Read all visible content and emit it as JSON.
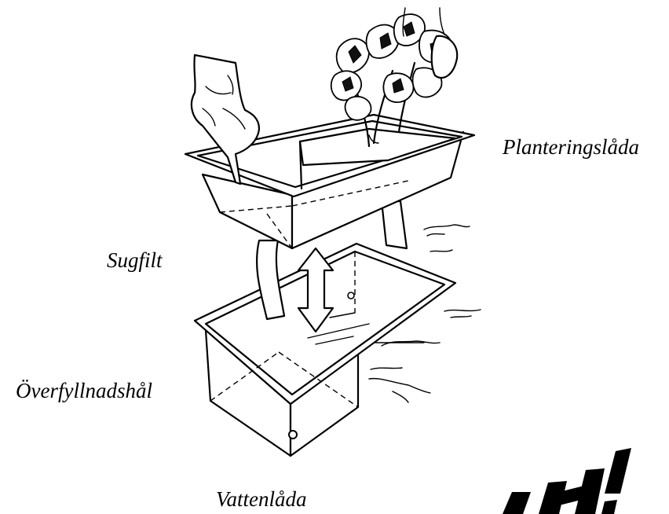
{
  "labels": {
    "planter_box": "Planteringslåda",
    "wick": "Sugfilt",
    "overflow_hole": "Överfyllnadshål",
    "water_box": "Vattenlåda"
  }
}
